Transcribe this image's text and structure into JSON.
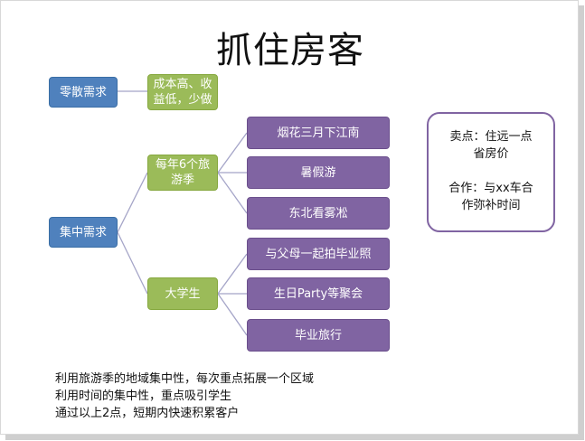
{
  "title": "抓住房客",
  "nodes": {
    "scattered": "零散需求",
    "scattered_desc": [
      "成本高、收",
      "益低，少做"
    ],
    "concentrated": "集中需求",
    "travel_seasons": [
      "每年6个旅",
      "游季"
    ],
    "college": "大学生",
    "season_items": [
      "烟花三月下江南",
      "暑假游",
      "东北看雾凇"
    ],
    "college_items": [
      "与父母一起拍毕业照",
      "生日Party等聚会",
      "毕业旅行"
    ]
  },
  "callout": {
    "line1": [
      "卖点：住远一点",
      "省房价"
    ],
    "line2": [
      "合作：与xx车合",
      "作弥补时间"
    ]
  },
  "notes": [
    "利用旅游季的地域集中性，每次重点拓展一个区域",
    "利用时间的集中性，重点吸引学生",
    "通过以上2点，短期内快速积累客户"
  ],
  "colors": {
    "blue": "#4f81bd",
    "green": "#9bbb59",
    "purple": "#8064a2",
    "connector": "#a5a5c8"
  }
}
